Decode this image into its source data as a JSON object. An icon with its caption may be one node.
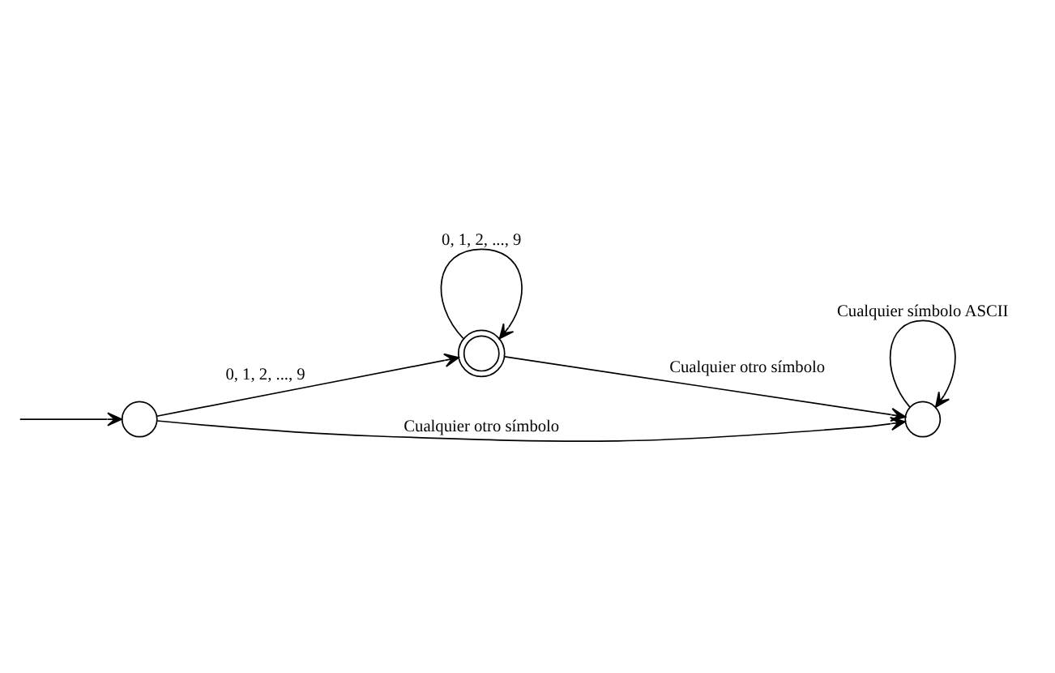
{
  "diagram": {
    "nodes": [
      {
        "text": [],
        "shape": "circle"
      },
      {
        "text": [],
        "shape": "circle"
      },
      {
        "text": [],
        "shape": "circle"
      }
    ],
    "edges": [
      {
        "from": null,
        "to": 0,
        "arrow": "to"
      },
      {
        "from": 0,
        "to": 1,
        "arrow": "to",
        "label": "0, 1, 2, ..., 9"
      },
      {
        "from": 1,
        "to": 1,
        "arrow": "to",
        "label": "0, 1, 2, ..., 9"
      },
      {
        "from": 0,
        "to": 2,
        "arrow": "to",
        "label": "Cualquier otro símbolo"
      },
      {
        "from": 1,
        "to": 2,
        "arrow": "to",
        "label": "Cualquier otro símbolo"
      },
      {
        "from": 2,
        "to": 2,
        "arrow": "to",
        "label": "Cualquier símbolo ASCII"
      }
    ]
  }
}
